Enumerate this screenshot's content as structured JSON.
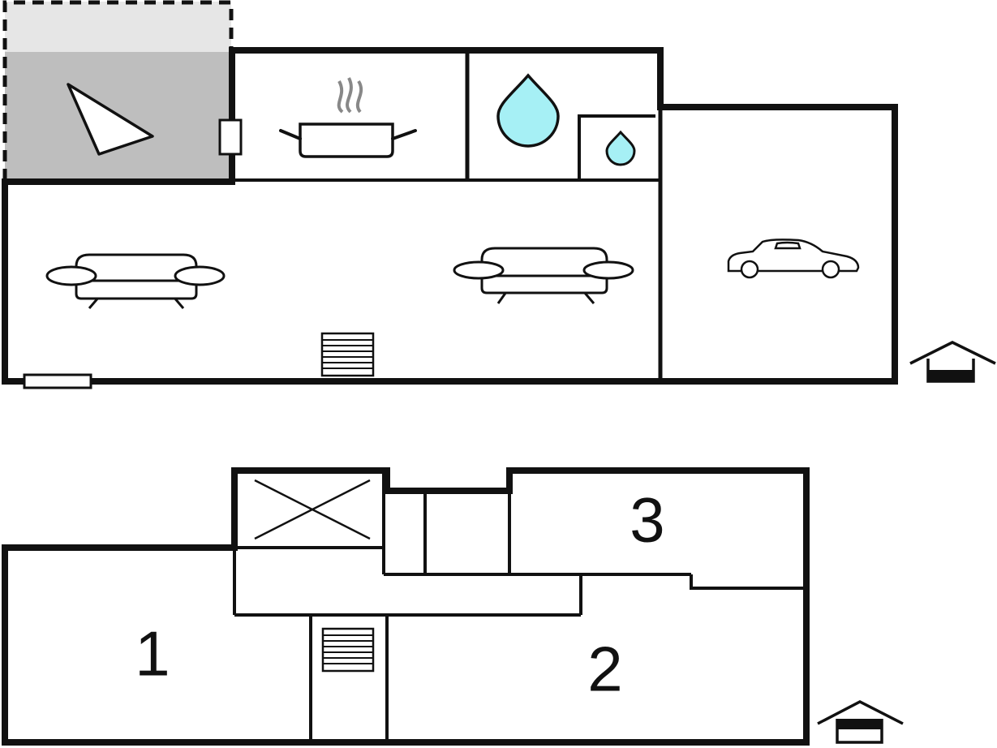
{
  "colors": {
    "wall": "#111111",
    "terrace": "#bebebe",
    "terrace_upper": "#e6e6e6",
    "water": "#a6f0f5",
    "steam": "#888888"
  },
  "ground_floor": {
    "icons": [
      "compass-icon",
      "cooking-pot-icon",
      "bathroom-water-drop-icon",
      "toilet-water-drop-icon",
      "sofa-icon",
      "armchair-icon",
      "staircase-icon",
      "car-icon",
      "floor-level-house-icon"
    ]
  },
  "upper_floor": {
    "rooms": [
      {
        "id": "bedroom-1",
        "label": "1"
      },
      {
        "id": "bedroom-2",
        "label": "2"
      },
      {
        "id": "bedroom-3",
        "label": "3"
      }
    ],
    "icons": [
      "void-cross-icon",
      "staircase-icon",
      "floor-level-house-icon"
    ]
  }
}
